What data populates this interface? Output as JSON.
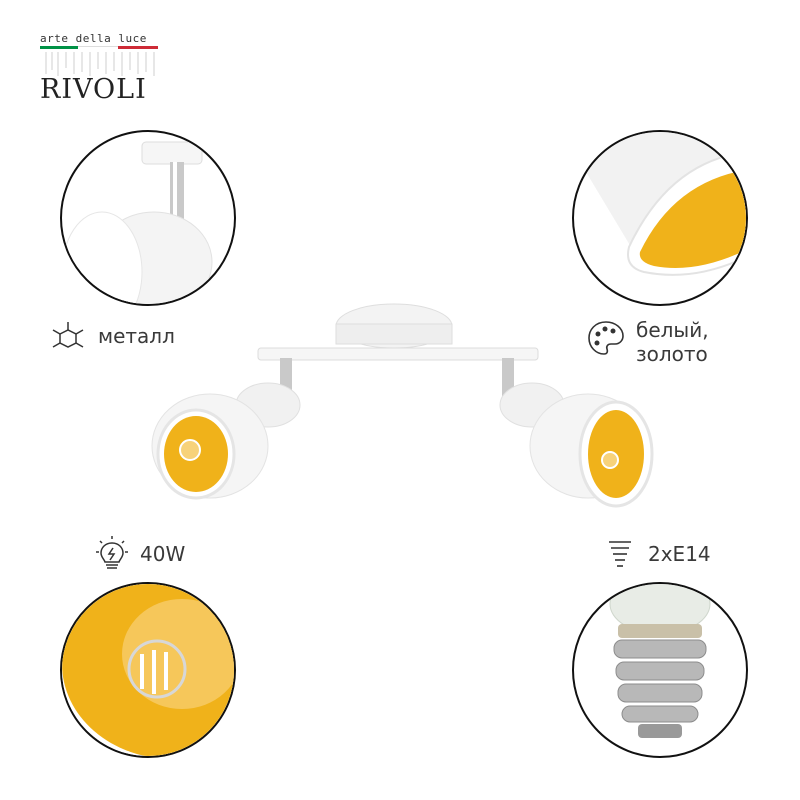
{
  "brand": {
    "tagline": "arte della luce",
    "name": "RIVOLI",
    "flag_colors": [
      "#009246",
      "#ffffff",
      "#ce2b37"
    ]
  },
  "features": {
    "material": {
      "label": "металл",
      "icon": "molecule-icon"
    },
    "color": {
      "line1": "белый,",
      "line2": "золото",
      "icon": "palette-icon"
    },
    "power": {
      "label": "40W",
      "icon": "lightbulb-icon"
    },
    "socket": {
      "label": "2xE14",
      "icon": "bulb-base-icon"
    }
  },
  "colors": {
    "shade_white": "#f4f4f4",
    "gold": "#f0b21a",
    "chrome": "#b8b8b8"
  }
}
